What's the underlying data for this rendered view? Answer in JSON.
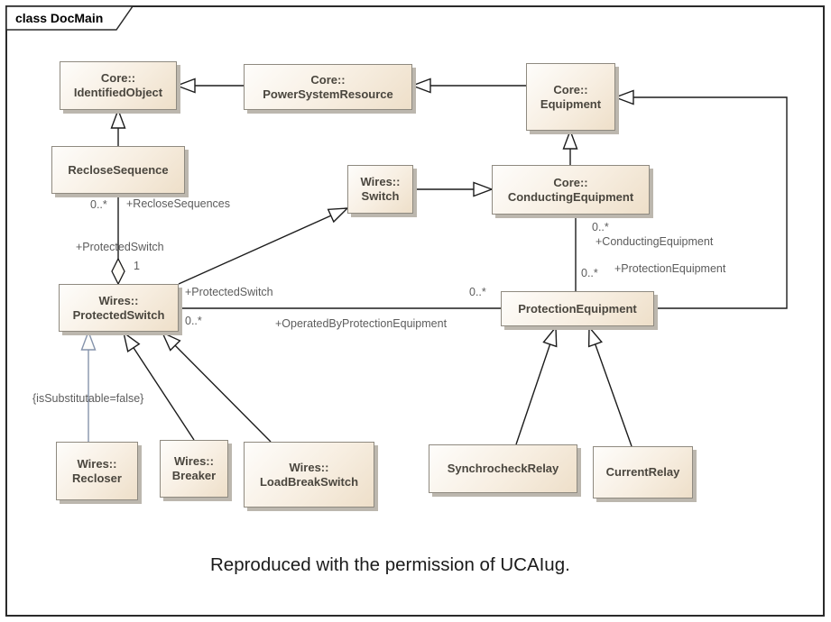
{
  "frame": {
    "tab": "class DocMain"
  },
  "caption": "Reproduced with the permission of UCAIug.",
  "classes": {
    "identified_object": {
      "stereo": "Core::",
      "name": "IdentifiedObject"
    },
    "power_system_resource": {
      "stereo": "Core::",
      "name": "PowerSystemResource"
    },
    "equipment": {
      "stereo": "Core::",
      "name": "Equipment"
    },
    "reclose_sequence": {
      "name": "RecloseSequence"
    },
    "switch": {
      "stereo": "Wires::",
      "name": "Switch"
    },
    "conducting_equipment": {
      "stereo": "Core::",
      "name": "ConductingEquipment"
    },
    "protected_switch": {
      "stereo": "Wires::",
      "name": "ProtectedSwitch"
    },
    "protection_equipment": {
      "name": "ProtectionEquipment"
    },
    "recloser": {
      "stereo": "Wires::",
      "name": "Recloser"
    },
    "breaker": {
      "stereo": "Wires::",
      "name": "Breaker"
    },
    "load_break_switch": {
      "stereo": "Wires::",
      "name": "LoadBreakSwitch"
    },
    "synchrocheck_relay": {
      "name": "SynchrocheckRelay"
    },
    "current_relay": {
      "name": "CurrentRelay"
    }
  },
  "edge_labels": {
    "reclose_mult": "0..*",
    "reclose_role": "+RecloseSequences",
    "ps_role_top": "+ProtectedSwitch",
    "agg_mult": "1",
    "ps_role_assoc": "+ProtectedSwitch",
    "operated_mult_left": "0..*",
    "operated_role": "+OperatedByProtectionEquipment",
    "operated_mult_right": "0..*",
    "conducting_mult": "0..*",
    "conducting_role": "+ConductingEquipment",
    "protection_mult": "0..*",
    "protection_role": "+ProtectionEquipment",
    "constraint": "{isSubstitutable=false}"
  },
  "colors": {
    "box_fill_start": "#fefdfb",
    "box_fill_end": "#eedfc9",
    "box_border": "#8f8a80",
    "box_text": "#4a463e",
    "shadow": "#bcb7ae",
    "label_text": "#5c5c5c",
    "line": "#1c1c1c",
    "blue_line": "#8593ab",
    "frame": "#2a2a2a"
  }
}
